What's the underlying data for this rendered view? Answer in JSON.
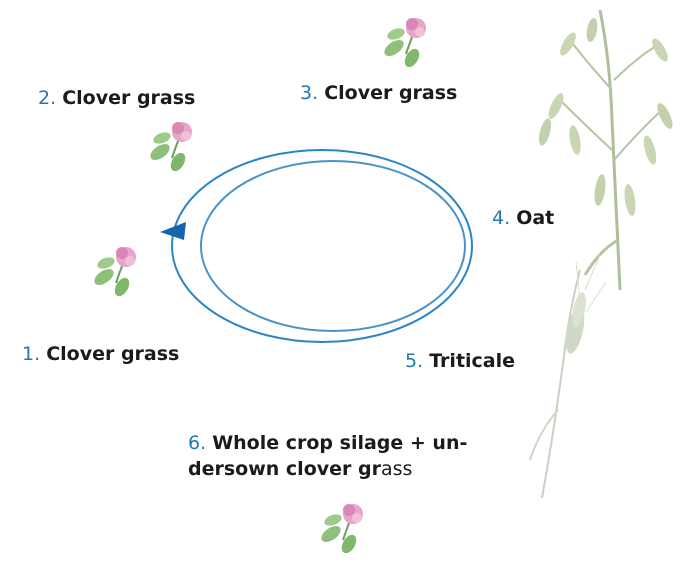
{
  "diagram": {
    "steps": [
      {
        "num": "1.",
        "name": "Clover grass"
      },
      {
        "num": "2.",
        "name": "Clover grass"
      },
      {
        "num": "3.",
        "name": "Clover grass"
      },
      {
        "num": "4.",
        "name": "Oat"
      },
      {
        "num": "5.",
        "name": "Triticale"
      },
      {
        "num": "6.",
        "name": "Whole crop silage + un-",
        "line2_bold": "dersown clover gr",
        "line2_tail": "ass"
      }
    ],
    "colors": {
      "number": "#1f78b4",
      "ring": "#2b86c5",
      "inner_ring": "#4a93c8",
      "arrow": "#1565b0",
      "text": "#1b1b1b"
    },
    "icons": [
      "clover-icon",
      "oat-plant-icon",
      "triticale-plant-icon"
    ]
  }
}
